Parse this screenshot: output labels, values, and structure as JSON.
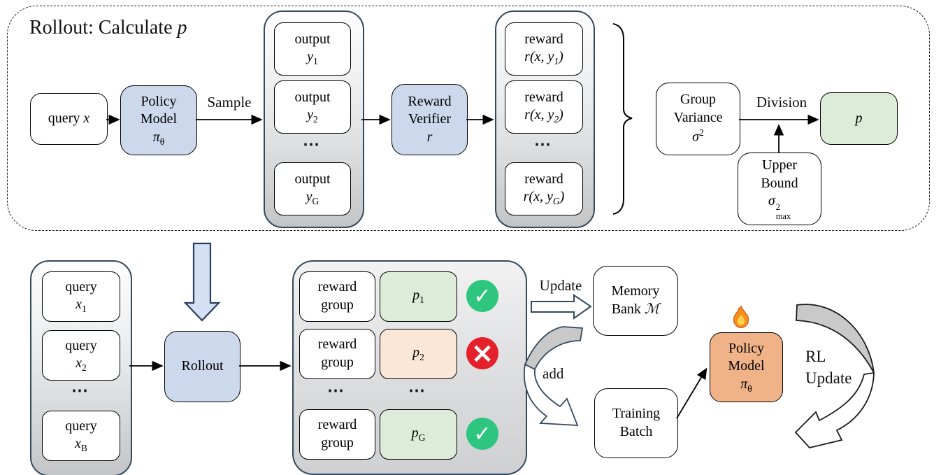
{
  "title": {
    "text": "Rollout: Calculate ",
    "math": "p"
  },
  "colors": {
    "light_blue": "#ccd9ec",
    "green": "#ddecd8",
    "peach": "#fae7d8",
    "orange": "#f0b287",
    "check_green": "#2ec57e",
    "cross_red": "#e5202a",
    "stack_border": "#33495f",
    "big_arrow_fill": "#d4e0f3",
    "big_arrow_border": "#2c3e5e",
    "curve_gray": "#c9c9c9"
  },
  "top": {
    "query": {
      "word": "query ",
      "var": "x"
    },
    "policy": {
      "line1": "Policy",
      "line2": "Model",
      "var": "π",
      "sub": "θ"
    },
    "sample_label": "Sample",
    "outputs": [
      {
        "word": "output",
        "var": "y",
        "sub": "1"
      },
      {
        "word": "output",
        "var": "y",
        "sub": "2"
      },
      {
        "word": "output",
        "var": "y",
        "sub": "G"
      }
    ],
    "dots": "⋯",
    "verifier": {
      "line1": "Reward",
      "line2": "Verifier",
      "var": "r"
    },
    "rewards": [
      {
        "word": "reward",
        "pre": "r(x, y",
        "sub": "1",
        "post": ")"
      },
      {
        "word": "reward",
        "pre": "r(x, y",
        "sub": "2",
        "post": ")"
      },
      {
        "word": "reward",
        "pre": "r(x, y",
        "sub": "G",
        "post": ")"
      }
    ],
    "group_variance": {
      "line1": "Group",
      "line2": "Variance",
      "var": "σ",
      "sup": "2"
    },
    "division_label": "Division",
    "upper_bound": {
      "line1": "Upper",
      "line2": "Bound",
      "var": "σ",
      "sup": "2",
      "sub": "max"
    },
    "p_box": {
      "var": "p"
    }
  },
  "bottom": {
    "queries": [
      {
        "word": "query",
        "var": "x",
        "sub": "1"
      },
      {
        "word": "query",
        "var": "x",
        "sub": "2"
      },
      {
        "word": "query",
        "var": "x",
        "sub": "B"
      }
    ],
    "dots": "⋯",
    "rollout_label": "Rollout",
    "rows": [
      {
        "word1": "reward",
        "word2": "group",
        "pvar": "p",
        "psub": "1",
        "status": "check"
      },
      {
        "word1": "reward",
        "word2": "group",
        "pvar": "p",
        "psub": "2",
        "status": "cross"
      },
      {
        "word1": "reward",
        "word2": "group",
        "pvar": "p",
        "psub": "G",
        "status": "check"
      }
    ],
    "update_label": "Update",
    "memory_bank": {
      "line1": "Memory",
      "line2": "Bank ",
      "var": "ℳ"
    },
    "add_label": "add",
    "training_batch": {
      "line1": "Training",
      "line2": "Batch"
    },
    "policy": {
      "line1": "Policy",
      "line2": "Model",
      "var": "π",
      "sub": "θ"
    },
    "rl_update": {
      "line1": "RL",
      "line2": "Update"
    }
  },
  "icons": {
    "check": "✓",
    "cross": "×"
  }
}
